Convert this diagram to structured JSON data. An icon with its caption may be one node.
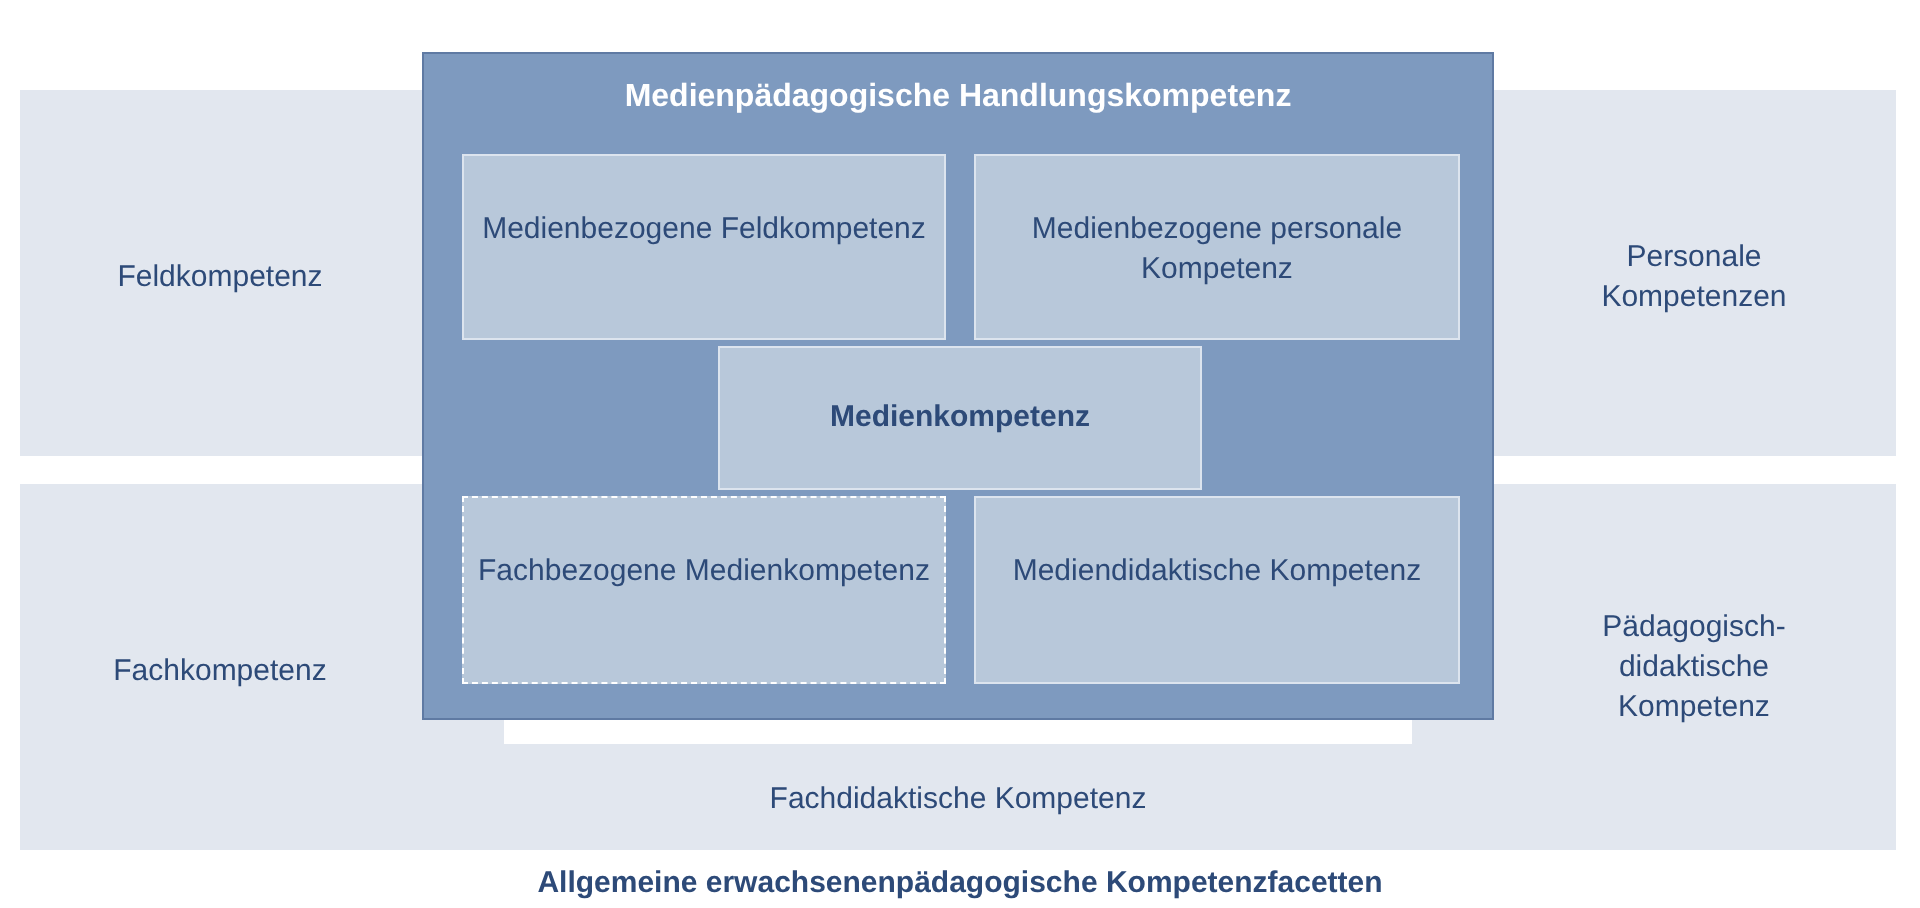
{
  "diagram": {
    "caption": "Allgemeine erwachsenenpädagogische Kompetenzfacetten",
    "nodes": [
      {
        "text": [
          "Feldkompetenz"
        ]
      },
      {
        "text": [
          "Personale Kompetenzen"
        ]
      },
      {
        "text": [
          "Fachkompetenz"
        ]
      },
      {
        "text": [
          "Pädagogisch-didaktische Kompetenz"
        ]
      },
      {
        "text": [
          "Fachdidaktische Kompetenz"
        ]
      },
      {
        "text": [
          "Medienpädagogische Handlungskompetenz"
        ]
      },
      {
        "text": [
          "Medienbezogene Feldkompetenz"
        ],
        "in": 5
      },
      {
        "text": [
          "Medienbezogene personale Kompetenz"
        ],
        "in": 5
      },
      {
        "text": [
          "Medienkompetenz"
        ],
        "in": 5
      },
      {
        "text": [
          "Fachbezogene Medienkompetenz"
        ],
        "in": 5
      },
      {
        "text": [
          "Mediendidaktische Kompetenz"
        ],
        "in": 5
      }
    ]
  }
}
